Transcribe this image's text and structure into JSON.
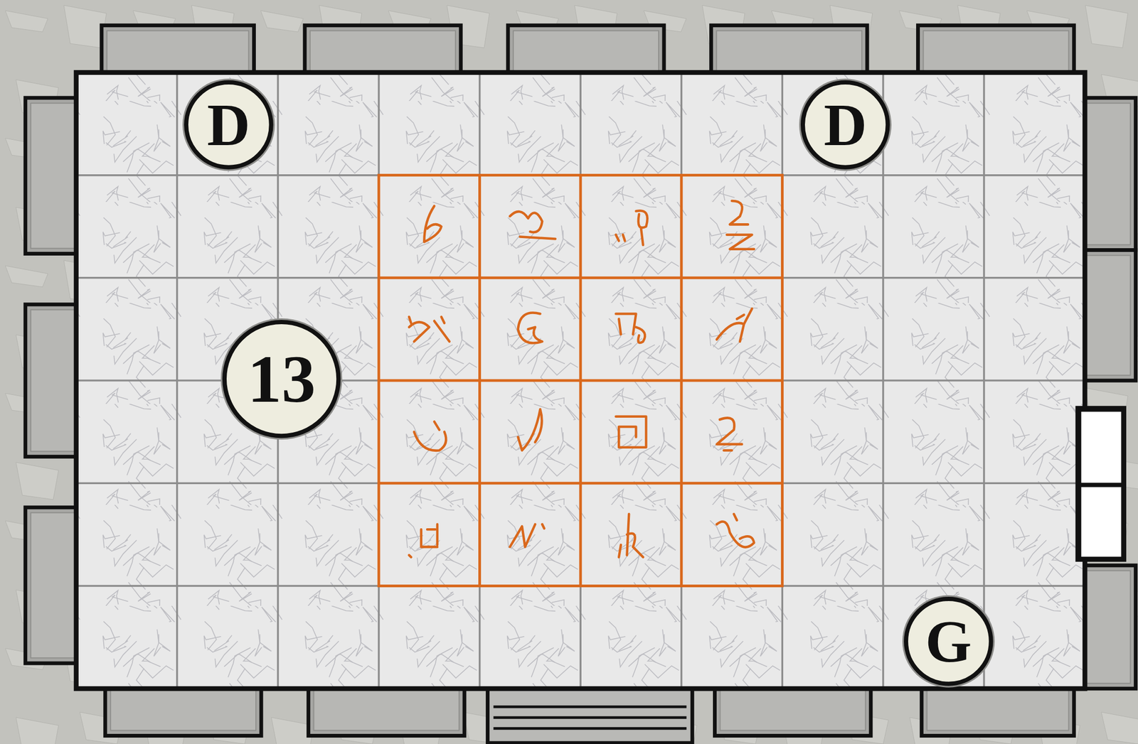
{
  "diagram": {
    "nodes": [
      {
        "text": [
          "D"
        ]
      },
      {
        "text": [
          "D"
        ]
      },
      {
        "text": [
          "13"
        ]
      },
      {
        "text": [
          "G"
        ]
      }
    ]
  }
}
